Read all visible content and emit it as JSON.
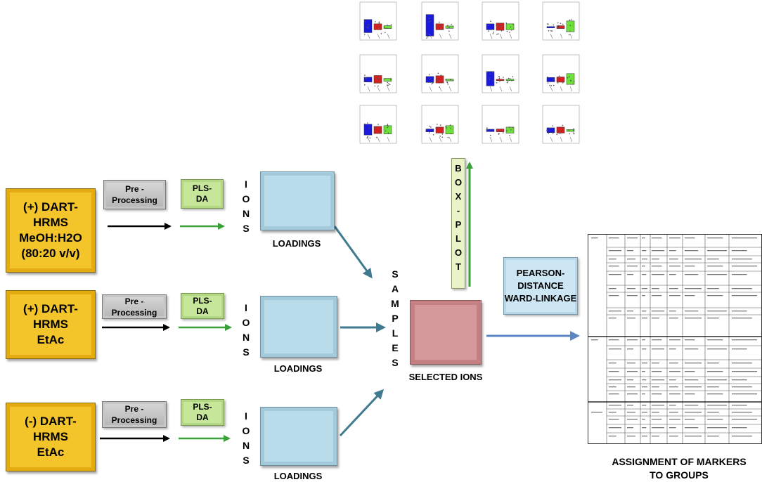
{
  "sources": [
    {
      "label": "(+) DART-\nHRMS\nMeOH:H2O\n(80:20 v/v)"
    },
    {
      "label": "(+) DART-\nHRMS\nEtAc"
    },
    {
      "label": "(-) DART-\nHRMS\nEtAc"
    }
  ],
  "preprocessing_label": "Pre -\nProcessing",
  "plsda_label": "PLS-\nDA",
  "ions_label": "I\nO\nN\nS",
  "loadings_label": "LOADINGS",
  "samples_label": "S\nA\nM\nP\nL\nE\nS",
  "selected_ions_label": "SELECTED IONS",
  "boxplot_label": "B\nO\nX\n-\nP\nL\nO\nT",
  "pearson_label": "PEARSON-\nDISTANCE\nWARD-LINKAGE",
  "assignment_label": "ASSIGNMENT OF MARKERS\nTO GROUPS",
  "colors": {
    "blue": "#1a1adf",
    "red": "#d42020",
    "green": "#6de03a",
    "arrow_teal": "#3f7a8f",
    "arrow_green": "#3aa03a"
  },
  "boxplot_thumbnails": [
    [
      [
        0.55,
        0.25,
        0.12
      ],
      [
        0.9,
        0.25,
        0.1
      ],
      [
        0.25,
        0.3,
        0.25
      ],
      [
        0.05,
        0.12,
        0.45
      ]
    ],
    [
      [
        0.2,
        0.32,
        0.12
      ],
      [
        0.25,
        0.3,
        0.08
      ],
      [
        0.6,
        0.02,
        0.02
      ],
      [
        0.18,
        0.22,
        0.45
      ]
    ],
    [
      [
        0.45,
        0.3,
        0.35
      ],
      [
        0.12,
        0.25,
        0.35
      ],
      [
        0.1,
        0.12,
        0.25
      ],
      [
        0.2,
        0.25,
        0.08
      ]
    ]
  ]
}
